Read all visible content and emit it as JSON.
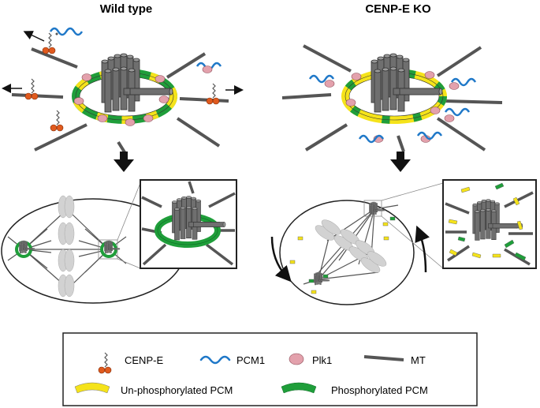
{
  "panels": {
    "left_title": "Wild type",
    "right_title": "CENP-E KO"
  },
  "legend": {
    "cenpe": "CENP-E",
    "pcm1": "PCM1",
    "plk1": "Plk1",
    "mt": "MT",
    "unphos": "Un-phosphorylated PCM",
    "phos": "Phosphorylated PCM"
  },
  "colors": {
    "microtubule": "#555555",
    "centriole": "#6f6f6f",
    "pcm1": "#1f78c8",
    "plk1": "#e3a1ac",
    "cenpe_head": "#e05a1e",
    "unphos_pcm": "#f5e31a",
    "phos_pcm": "#1f9e3a",
    "chromosome": "#d2d2d2"
  },
  "icons": [
    "arrow-down-icon",
    "rotation-arrow-icon",
    "centrosome-icon"
  ]
}
